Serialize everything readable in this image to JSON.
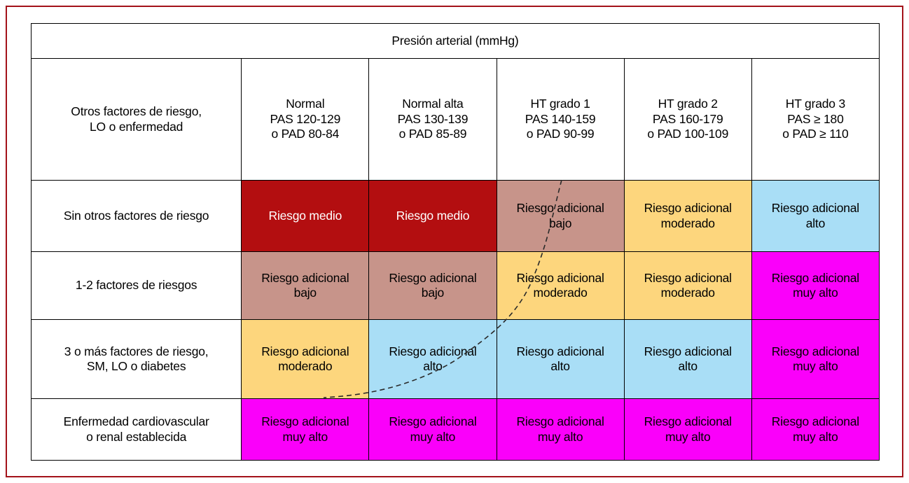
{
  "figure": {
    "border_color": "#a3121a",
    "grid_color": "#000000"
  },
  "colors": {
    "riesgo_medio": "#b30e10",
    "riesgo_adicional_bajo": "#c7948a",
    "riesgo_adicional_moderado": "#fdd67d",
    "riesgo_adicional_alto": "#a9def6",
    "riesgo_adicional_muy_alto": "#fa00fa"
  },
  "table": {
    "title": "Presión arterial (mmHg)",
    "corner_label": "Otros factores de riesgo,\nLO o enfermedad",
    "col_headers": [
      "Normal\nPAS 120-129\no PAD 80-84",
      "Normal alta\nPAS 130-139\no PAD 85-89",
      "HT grado 1\nPAS 140-159\no PAD 90-99",
      "HT grado 2\nPAS 160-179\no PAD 100-109",
      "HT grado 3\nPAS ≥ 180\no PAD ≥ 110"
    ],
    "rows": [
      {
        "label": "Sin otros factores de riesgo",
        "cells": [
          {
            "text": "Riesgo medio",
            "bg": "#b30e10",
            "fg": "#ffffff"
          },
          {
            "text": "Riesgo medio",
            "bg": "#b30e10",
            "fg": "#ffffff"
          },
          {
            "text": "Riesgo adicional\nbajo",
            "bg": "#c7948a",
            "fg": "#000000"
          },
          {
            "text": "Riesgo adicional\nmoderado",
            "bg": "#fdd67d",
            "fg": "#000000"
          },
          {
            "text": "Riesgo adicional\nalto",
            "bg": "#a9def6",
            "fg": "#000000"
          }
        ]
      },
      {
        "label": "1-2 factores de riesgos",
        "cells": [
          {
            "text": "Riesgo adicional\nbajo",
            "bg": "#c7948a",
            "fg": "#000000"
          },
          {
            "text": "Riesgo adicional\nbajo",
            "bg": "#c7948a",
            "fg": "#000000"
          },
          {
            "text": "Riesgo adicional\nmoderado",
            "bg": "#fdd67d",
            "fg": "#000000"
          },
          {
            "text": "Riesgo adicional\nmoderado",
            "bg": "#fdd67d",
            "fg": "#000000"
          },
          {
            "text": "Riesgo adicional\nmuy alto",
            "bg": "#fa00fa",
            "fg": "#000000"
          }
        ]
      },
      {
        "label": "3 o más factores de riesgo,\nSM, LO o diabetes",
        "cells": [
          {
            "text": "Riesgo adicional\nmoderado",
            "bg": "#fdd67d",
            "fg": "#000000"
          },
          {
            "text": "Riesgo adicional\nalto",
            "bg": "#a9def6",
            "fg": "#000000"
          },
          {
            "text": "Riesgo adicional\nalto",
            "bg": "#a9def6",
            "fg": "#000000"
          },
          {
            "text": "Riesgo adicional\nalto",
            "bg": "#a9def6",
            "fg": "#000000"
          },
          {
            "text": "Riesgo adicional\nmuy alto",
            "bg": "#fa00fa",
            "fg": "#000000"
          }
        ]
      },
      {
        "label": "Enfermedad cardiovascular\no renal establecida",
        "cells": [
          {
            "text": "Riesgo adicional\nmuy alto",
            "bg": "#fa00fa",
            "fg": "#000000"
          },
          {
            "text": "Riesgo adicional\nmuy alto",
            "bg": "#fa00fa",
            "fg": "#000000"
          },
          {
            "text": "Riesgo adicional\nmuy alto",
            "bg": "#fa00fa",
            "fg": "#000000"
          },
          {
            "text": "Riesgo adicional\nmuy alto",
            "bg": "#fa00fa",
            "fg": "#000000"
          },
          {
            "text": "Riesgo adicional\nmuy alto",
            "bg": "#fa00fa",
            "fg": "#000000"
          }
        ]
      }
    ]
  },
  "overlay": {
    "dashed_curve_name": "risk-threshold-curve",
    "curve_color": "#2a2a2a"
  }
}
